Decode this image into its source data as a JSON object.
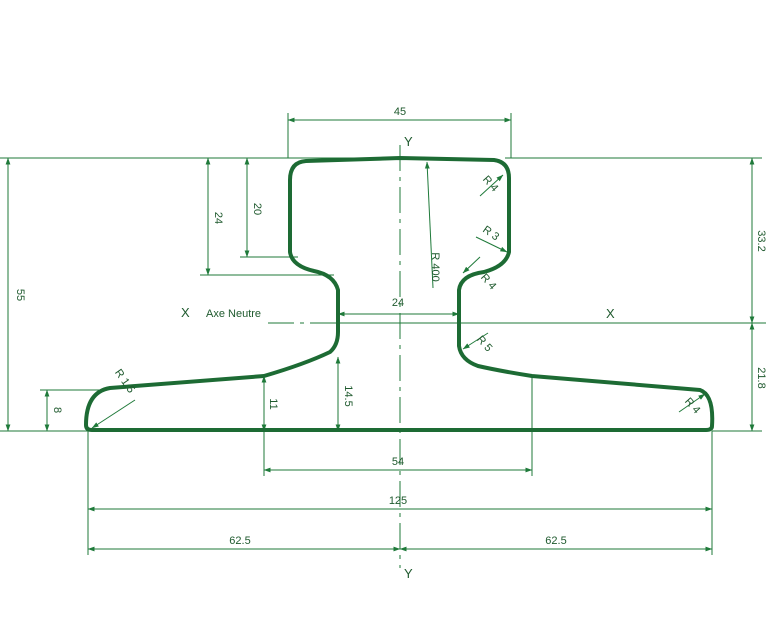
{
  "colors": {
    "line": "#1d6b34",
    "text": "#1f5a2e"
  },
  "axes": {
    "y_top": "Y",
    "y_bottom": "Y",
    "x_left": "X",
    "x_right": "X",
    "neutral_axis": "Axe Neutre"
  },
  "dimensions": {
    "head_width": "45",
    "web_width": "24",
    "foot_plate_width": "54",
    "base_width": "125",
    "half_base_left": "62.5",
    "half_base_right": "62.5",
    "total_height": "55",
    "height_24": "24",
    "height_20": "20",
    "upper_height": "33.2",
    "lower_height": "21.8",
    "foot_edge": "8",
    "foot_mid": "11",
    "web_base": "14.5"
  },
  "radii": {
    "r400": "R 400",
    "r4_head": "R 4",
    "r3": "R 3",
    "r4_web": "R 4",
    "r5": "R 5",
    "r1_5": "R 1,5",
    "r4_foot": "R 4"
  }
}
